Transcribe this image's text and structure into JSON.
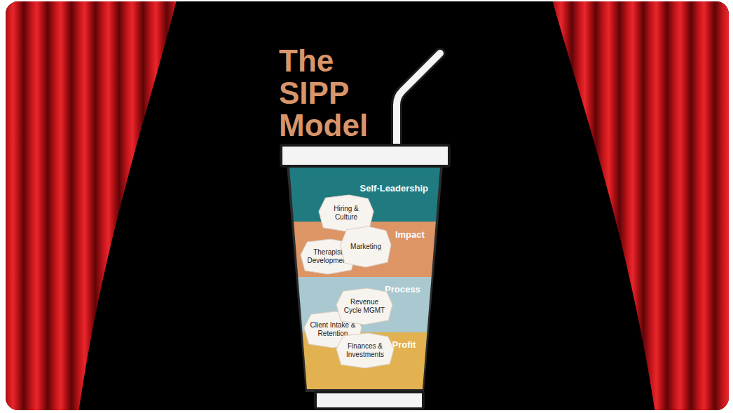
{
  "diagram": {
    "title": "The SIPP Model",
    "nodes": [
      {
        "text": [
          "Self-Leadership"
        ]
      },
      {
        "text": [
          "Hiring & Culture"
        ]
      },
      {
        "text": [
          "Impact"
        ]
      },
      {
        "text": [
          "Marketing"
        ]
      },
      {
        "text": [
          "Therapist Development"
        ]
      },
      {
        "text": [
          "Process"
        ]
      },
      {
        "text": [
          "Revenue Cycle MGMT"
        ]
      },
      {
        "text": [
          "Client Intake & Retention"
        ]
      },
      {
        "text": [
          "Profit"
        ]
      },
      {
        "text": [
          "Finances & Investments"
        ]
      }
    ]
  }
}
